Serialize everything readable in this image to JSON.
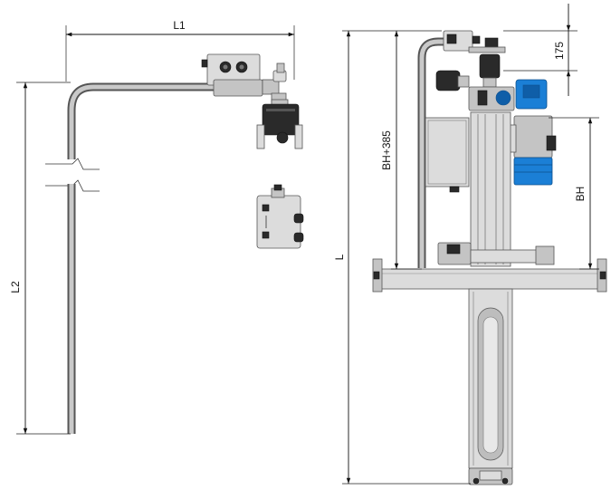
{
  "dimensions": {
    "l1": "L1",
    "l2": "L2",
    "l": "L",
    "bh385": "BH+385",
    "bh": "BH",
    "d175": "175"
  },
  "colors": {
    "motor_blue": "#1b7fd6",
    "steel_gray": "#c4c4c4",
    "dark_component": "#2a2a2a"
  }
}
